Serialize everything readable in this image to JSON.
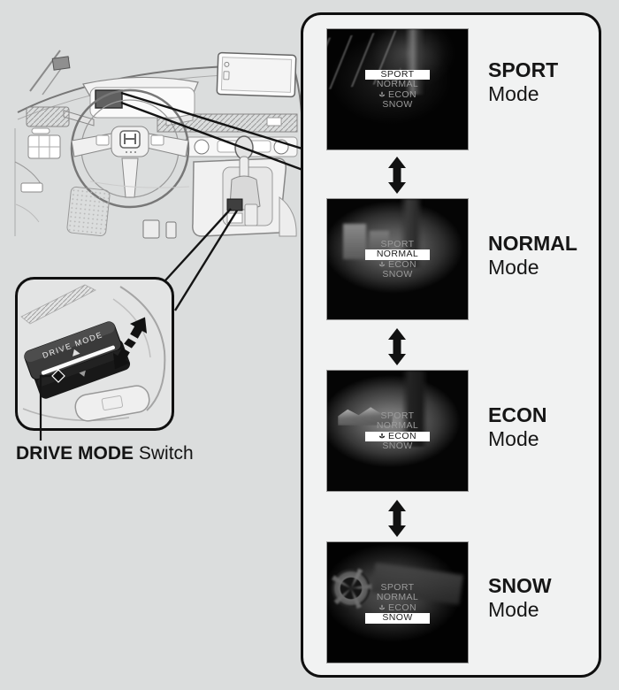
{
  "callout": {
    "switch_text": "DRIVE MODE",
    "label_bold": "DRIVE MODE",
    "label_regular": "Switch"
  },
  "panel": {
    "screens": [
      {
        "name": "SPORT",
        "suffix": "Mode",
        "scene": "dark dashboard with motion streaks",
        "menu": [
          {
            "label": "SPORT",
            "selected": true
          },
          {
            "label": "NORMAL",
            "selected": false
          },
          {
            "label": "ECON",
            "selected": false
          },
          {
            "label": "SNOW",
            "selected": false
          }
        ]
      },
      {
        "name": "NORMAL",
        "suffix": "Mode",
        "scene": "blurred city buildings vignette",
        "menu": [
          {
            "label": "SPORT",
            "selected": false
          },
          {
            "label": "NORMAL",
            "selected": true
          },
          {
            "label": "ECON",
            "selected": false
          },
          {
            "label": "SNOW",
            "selected": false
          }
        ]
      },
      {
        "name": "ECON",
        "suffix": "Mode",
        "scene": "coastal landscape vignette",
        "menu": [
          {
            "label": "SPORT",
            "selected": false
          },
          {
            "label": "NORMAL",
            "selected": false
          },
          {
            "label": "ECON",
            "selected": true
          },
          {
            "label": "SNOW",
            "selected": false
          }
        ]
      },
      {
        "name": "SNOW",
        "suffix": "Mode",
        "scene": "alloy wheel close-up vignette",
        "menu": [
          {
            "label": "SPORT",
            "selected": false
          },
          {
            "label": "NORMAL",
            "selected": false
          },
          {
            "label": "ECON",
            "selected": false
          },
          {
            "label": "SNOW",
            "selected": true
          }
        ]
      }
    ]
  },
  "icons": {
    "mode-cycle-arrow-icon": "↕",
    "toggle-direction-arrow-icon": "⇅ (diagonal double arrow)",
    "econ-leaf-icon": "three-leaf eco glyph",
    "switch-marker-icon": "◆",
    "triangle-up-icon": "▲",
    "triangle-down-icon": "▼",
    "honda-logo-icon": "H"
  },
  "colors": {
    "page_bg": "#dbdddd",
    "panel_bg": "#f1f2f2",
    "panel_border": "#0f0f0f",
    "screen_bg": "#000000",
    "selected_bg": "#ffffff",
    "selected_text": "#1c1c1c",
    "unselected_text": "#9b9b9b",
    "label_text": "#161616"
  }
}
